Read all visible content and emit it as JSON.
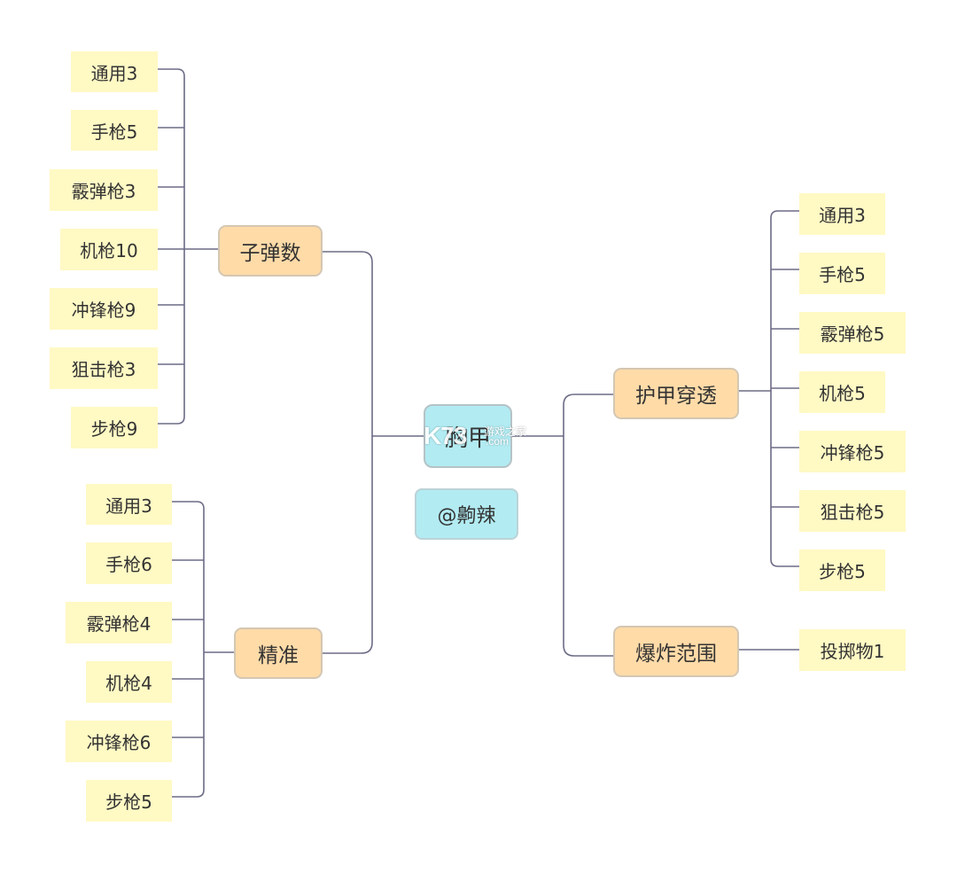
{
  "center": {
    "label": "胸甲"
  },
  "author": {
    "label": "@齁辣"
  },
  "watermark": {
    "logo": "K73",
    "site_cn": "游戏之家",
    "site_url": ".com"
  },
  "branches": {
    "bullets": {
      "label": "子弹数",
      "leaves": [
        "通用3",
        "手枪5",
        "霰弹枪3",
        "机枪10",
        "冲锋枪9",
        "狙击枪3",
        "步枪9"
      ]
    },
    "precision": {
      "label": "精准",
      "leaves": [
        "通用3",
        "手枪6",
        "霰弹枪4",
        "机枪4",
        "冲锋枪6",
        "步枪5"
      ]
    },
    "armor_pen": {
      "label": "护甲穿透",
      "leaves": [
        "通用3",
        "手枪5",
        "霰弹枪5",
        "机枪5",
        "冲锋枪5",
        "狙击枪5",
        "步枪5"
      ]
    },
    "explosion": {
      "label": "爆炸范围",
      "leaves": [
        "投掷物1"
      ]
    }
  },
  "colors": {
    "center_fill": "#b2ebf2",
    "branch_fill": "#ffdba8",
    "leaf_fill": "#fff9c4",
    "line": "#6b6b85",
    "text": "#333333"
  }
}
